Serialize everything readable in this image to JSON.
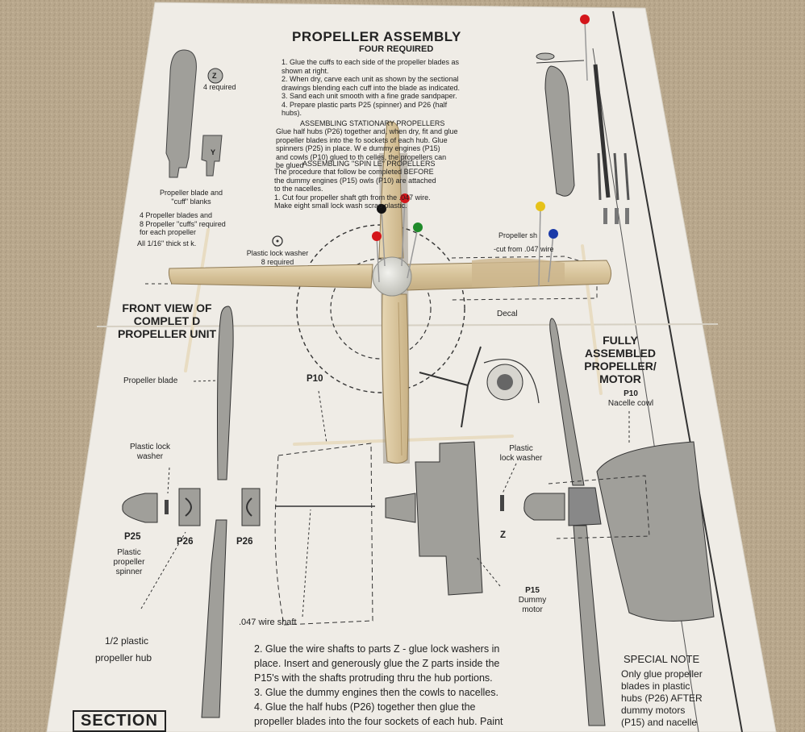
{
  "sheet": {
    "title": "PROPELLER ASSEMBLY",
    "subtitle": "FOUR REQUIRED",
    "steps": [
      "1. Glue the cuffs to each side of the propeller blades as",
      "shown at right.",
      "2. When dry, carve each unit as shown by the sectional",
      "drawings blending each cuff into the blade as indicated.",
      "3. Sand each unit smooth with a fine grade sandpaper.",
      "4. Prepare plastic parts P25 (spinner)  and  P26 (half",
      "hubs)."
    ],
    "stationary_heading": "ASSEMBLING STATIONARY PROPELLERS",
    "stationary_text": [
      "Glue half hubs (P26) together and, when dry, fit and glue",
      "propeller blades into the fo   sockets of each hub.  Glue",
      "spinners (P25) in place.  W        e dummy engines (P15)",
      "and cowls (P10) glued to th       celles, the propellers can",
      "be glued"
    ],
    "spinning_heading": "ASSEMBLING \"SPIN      LE\" PROPELLERS",
    "spinning_text": [
      "The procedure that follow          be completed BEFORE",
      "the dummy engines (P15)          owls (P10) are attached",
      "to the nacelles.",
      "1. Cut four propeller shaft         gth from the .047 wire.",
      "Make eight small lock wash        scrap plastic."
    ],
    "z_label": "Z",
    "four_required": "4 required",
    "y_label": "Y",
    "blank_caption": [
      "Propeller blade and",
      "\"cuff\" blanks"
    ],
    "cuffs_caption": [
      "4 Propeller blades and",
      "8 Propeller \"cuffs\" required",
      "for each propeller"
    ],
    "stock_note": "All 1/16\" thick st  k.",
    "lock_washer_caption": [
      "Plastic lock washer",
      "8 required"
    ],
    "propeller_shaft_caption": [
      "Propeller sh",
      "-cut from .047 wire"
    ],
    "front_view": [
      "FRONT VIEW OF",
      "COMPLET  D",
      "PROPELLER UNIT"
    ],
    "decal_label": "Decal",
    "fully_assembled": [
      "FULLY",
      "ASSEMBLED",
      "PROPELLER/",
      "MOTOR"
    ],
    "p10_cowl": [
      "P10",
      "Nacelle cowl"
    ],
    "propeller_blade_label": "Propeller blade",
    "p10_label": "P10",
    "plastic_lock_washer_left": [
      "Plastic lock",
      "washer"
    ],
    "plastic_lock_washer_right": [
      "Plastic",
      "lock washer"
    ],
    "p25_label": "P25",
    "p25_caption": [
      "Plastic",
      "propeller",
      "spinner"
    ],
    "p26_label_a": "P26",
    "p26_label_b": "P26",
    "z_label_2": "Z",
    "p15_label": "P15",
    "p15_caption": [
      "Dummy",
      "motor"
    ],
    "hub_caption": [
      "1/2 plastic",
      "propeller hub"
    ],
    "wire_shaft_label": ".047 wire shaft",
    "step_two_lines": [
      "2. Glue the wire shafts to parts Z  - glue lock washers in",
      "place.  Insert and generously glue the Z parts inside the",
      "P15's with the shafts protruding thru the hub portions.",
      "3. Glue the dummy engines then the cowls to nacelles.",
      "4.  Glue the half hubs (P26) together then glue the",
      "propeller blades into the four sockets of each hub.  Paint"
    ],
    "special_note_heading": "SPECIAL NOTE",
    "special_note_lines": [
      "Only glue propeller",
      "blades in plastic",
      "hubs (P26)  AFTER",
      "dummy motors",
      "(P15) and nacelle"
    ],
    "section_label": "SECTION"
  },
  "colors": {
    "carpet": "#b9a88d",
    "paper": "#efece6",
    "ink": "#222222",
    "part_gray": "#9a9a96",
    "balsa": "#dcc9a3",
    "pin_red": "#d4161b",
    "pin_green": "#1f8a2a",
    "pin_blue": "#1b3aa8",
    "pin_yellow": "#e6c21a",
    "pin_black": "#111111"
  }
}
